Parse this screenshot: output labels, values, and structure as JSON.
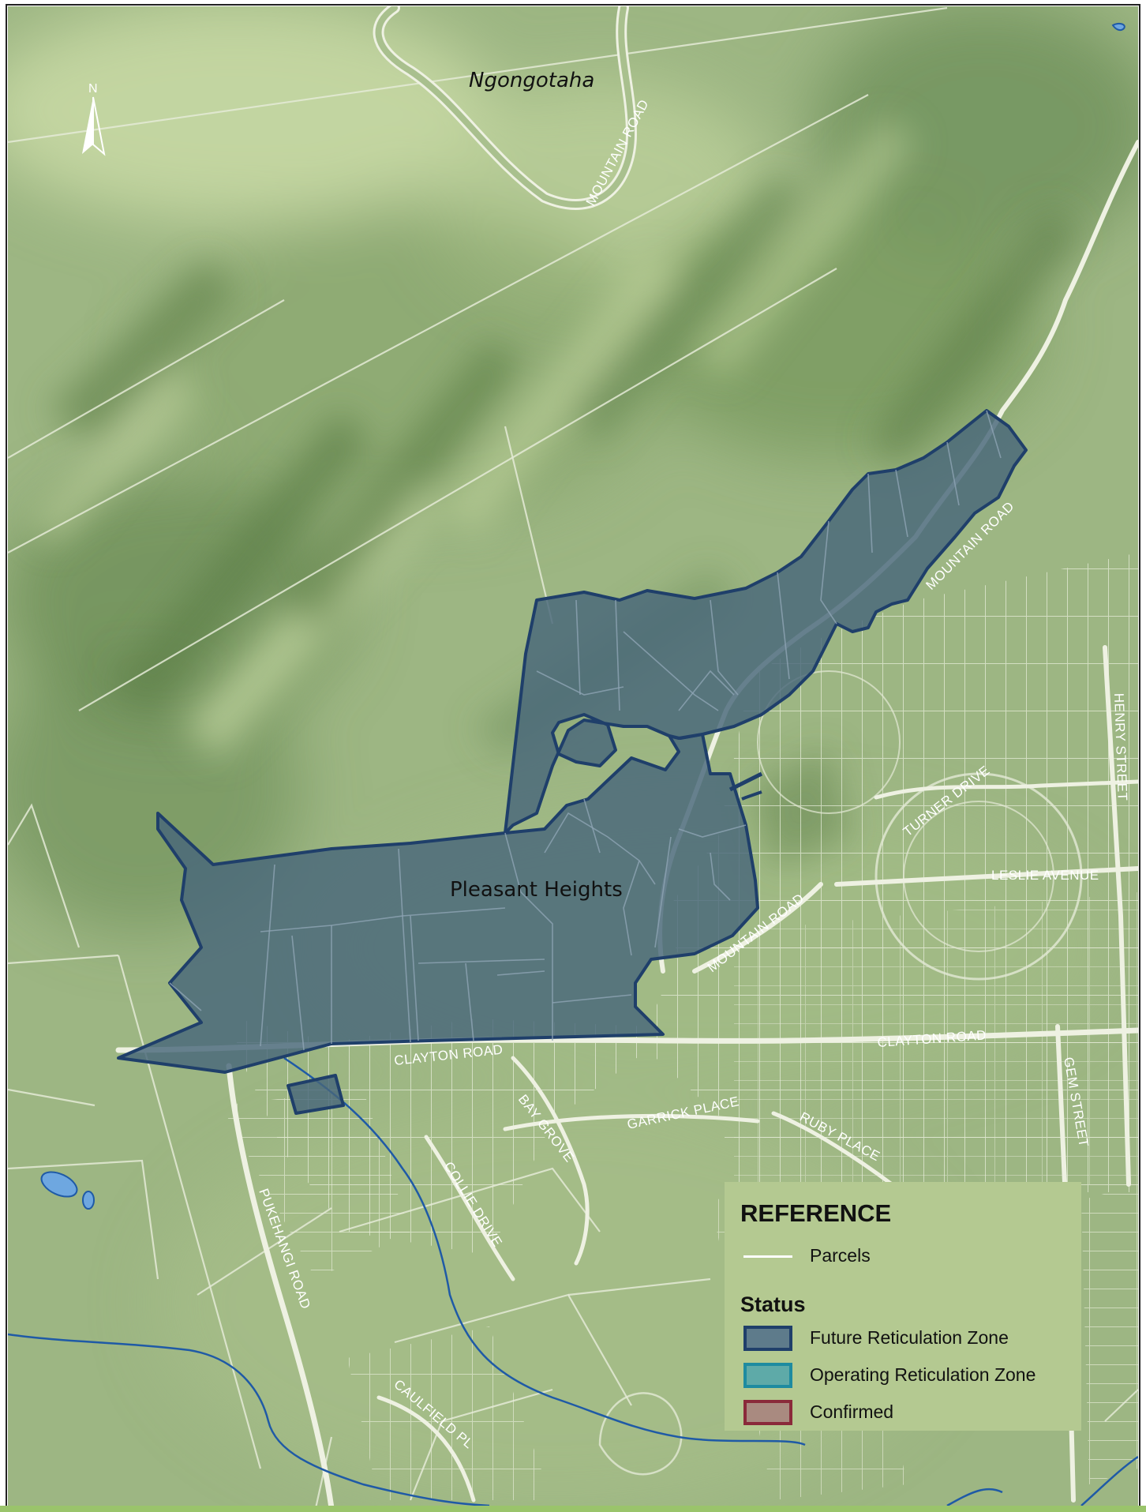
{
  "map": {
    "places": {
      "ngongotaha": "Ngongotaha",
      "pleasant_heights": "Pleasant Heights"
    },
    "north_label": "N",
    "roads": {
      "mountain_road_north": "MOUNTAIN ROAD",
      "mountain_road_east": "MOUNTAIN ROAD",
      "mountain_road_central": "MOUNTAIN ROAD",
      "henry_street": "HENRY STREET",
      "turner_drive": "TURNER DRIVE",
      "leslie_avenue": "LESLIE AVENUE",
      "clayton_road_west": "CLAYTON ROAD",
      "clayton_road_east": "CLAYTON ROAD",
      "gem_street": "GEM STREET",
      "bay_grove": "BAY GROVE",
      "garrick_place": "GARRICK PLACE",
      "ruby_place": "RUBY PLACE",
      "collie_drive": "COLLIE DRIVE",
      "pukehangi_road": "PUKEHANGI ROAD",
      "caulfield_pl": "CAULFIELD PL"
    }
  },
  "legend": {
    "title": "REFERENCE",
    "parcels_label": "Parcels",
    "status_title": "Status",
    "items": [
      {
        "label": "Future Reticulation Zone",
        "fill": "#5e7b8b",
        "border": "#1f3f6a"
      },
      {
        "label": "Operating Reticulation Zone",
        "fill": "#5eaaa8",
        "border": "#1e8ba0"
      },
      {
        "label": "Confirmed",
        "fill": "#a98a80",
        "border": "#8a2a3a"
      }
    ]
  },
  "colors": {
    "terrain_base": "#9db683",
    "terrain_dark": "#6e8f58",
    "terrain_light": "#c7d8a4",
    "zone_fill": "#48667a",
    "zone_border": "#1f3f6a",
    "water": "#1f5aa6",
    "road": "#eef1e2",
    "legend_bg": "#b4c991"
  }
}
